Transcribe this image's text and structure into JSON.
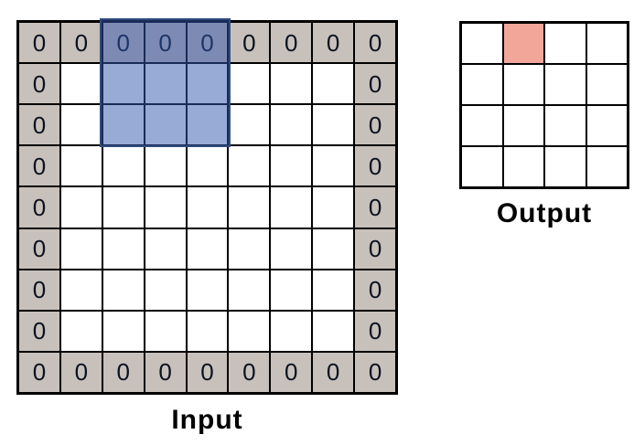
{
  "input_grid": {
    "label": "Input",
    "rows": 9,
    "cols": 9,
    "values": [
      [
        "0",
        "0",
        "0",
        "0",
        "0",
        "0",
        "0",
        "0",
        "0"
      ],
      [
        "0",
        "",
        "",
        "",
        "",
        "",
        "",
        "",
        "0"
      ],
      [
        "0",
        "",
        "",
        "",
        "",
        "",
        "",
        "",
        "0"
      ],
      [
        "0",
        "",
        "",
        "",
        "",
        "",
        "",
        "",
        "0"
      ],
      [
        "0",
        "",
        "",
        "",
        "",
        "",
        "",
        "",
        "0"
      ],
      [
        "0",
        "",
        "",
        "",
        "",
        "",
        "",
        "",
        "0"
      ],
      [
        "0",
        "",
        "",
        "",
        "",
        "",
        "",
        "",
        "0"
      ],
      [
        "0",
        "",
        "",
        "",
        "",
        "",
        "",
        "",
        "0"
      ],
      [
        "0",
        "0",
        "0",
        "0",
        "0",
        "0",
        "0",
        "0",
        "0"
      ]
    ],
    "conv_window": {
      "row": 0,
      "col": 2,
      "height": 3,
      "width": 3
    }
  },
  "output_grid": {
    "label": "Output",
    "rows": 4,
    "cols": 4,
    "values": [
      [
        "",
        "",
        "",
        ""
      ],
      [
        "",
        "",
        "",
        ""
      ],
      [
        "",
        "",
        "",
        ""
      ],
      [
        "",
        "",
        "",
        ""
      ]
    ],
    "highlight_cell": {
      "row": 0,
      "col": 1
    }
  },
  "colors": {
    "padding_cell_fill": "#c8c1bb",
    "interior_cell_fill": "#ffffff",
    "grid_line": "#000000",
    "value_text": "#0b1220",
    "conv_window_fill": "rgba(49,85,173,0.5)",
    "conv_window_border": "#2f4c7e",
    "output_highlight_fill": "#f2a69a",
    "label_text": "#000000"
  }
}
